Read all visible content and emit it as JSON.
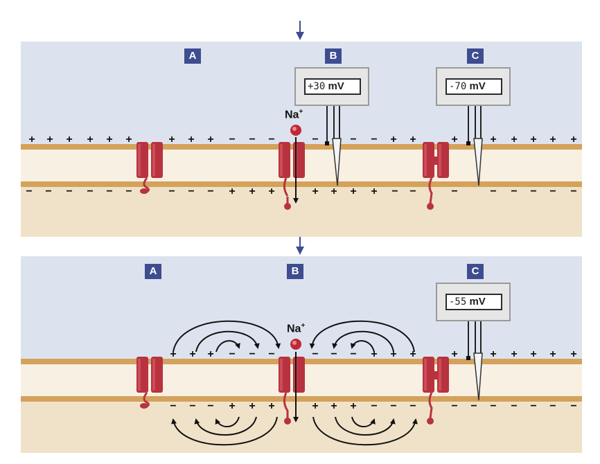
{
  "panel1": {
    "label_a": "A",
    "label_b": "B",
    "label_c": "C",
    "meter_b": {
      "value": "+30",
      "unit": "mV"
    },
    "meter_c": {
      "value": "-70",
      "unit": "mV"
    },
    "ion": {
      "symbol": "Na",
      "charge": "+"
    }
  },
  "panel2": {
    "label_a": "A",
    "label_b": "B",
    "label_c": "C",
    "meter_c": {
      "value": "-55",
      "unit": "mV"
    },
    "ion": {
      "symbol": "Na",
      "charge": "+"
    }
  },
  "colors": {
    "extracellular": "#dde3ee",
    "intracellular": "#f0e2c8",
    "membrane_edge": "#d4a25c",
    "membrane_core": "#f8f0e2",
    "channel": "#b8323f",
    "badge": "#3e4d8f",
    "arrow": "#3e4d8f"
  }
}
